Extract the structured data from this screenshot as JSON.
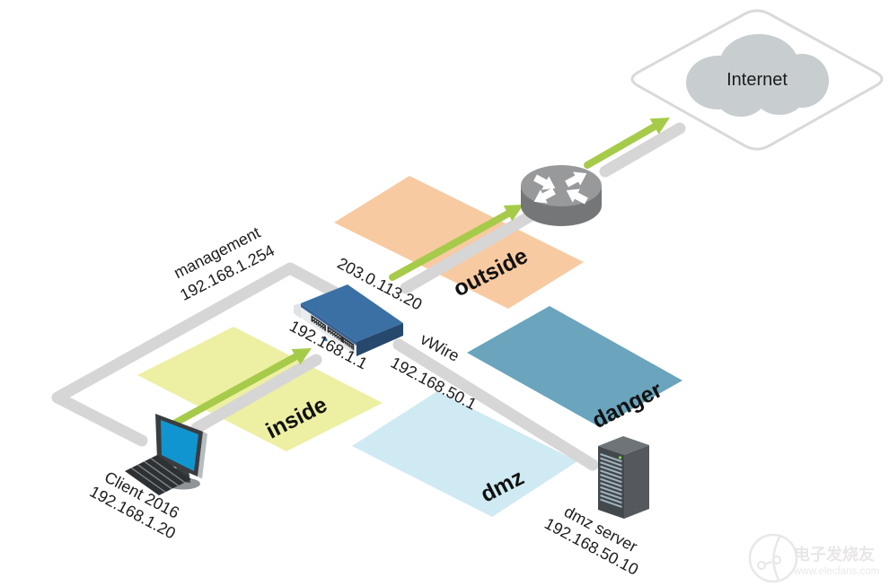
{
  "diagram": {
    "internet": {
      "label": "Internet"
    },
    "zones": {
      "inside": {
        "label": "inside",
        "color": "#edefa3"
      },
      "outside": {
        "label": "outside",
        "color": "#f8caa1"
      },
      "dmz": {
        "label": "dmz",
        "color": "#cfeaf2"
      },
      "danger": {
        "label": "danger",
        "color": "#6aa4bd"
      }
    },
    "links": {
      "management": {
        "label": "management",
        "ip": "192.168.1.254"
      },
      "vwire": {
        "label": "vWire",
        "ip": "192.168.50.1"
      }
    },
    "firewall": {
      "outside_ip": "203.0.113.20",
      "inside_ip": "192.168.1.1"
    },
    "client": {
      "label": "Client 2016",
      "ip": "192.168.1.20"
    },
    "dmz_server": {
      "label": "dmz server",
      "ip": "192.168.50.10"
    },
    "colors": {
      "traffic_arrow": "#a6cb4a",
      "link_gray": "#d6d6d6",
      "firewall_blue": "#3b70a5",
      "screen_blue": "#1095d0",
      "cloud_gray": "#c8cdd0"
    },
    "watermark": {
      "brand": "电子发烧友",
      "site": "www.elecfans.com"
    }
  }
}
